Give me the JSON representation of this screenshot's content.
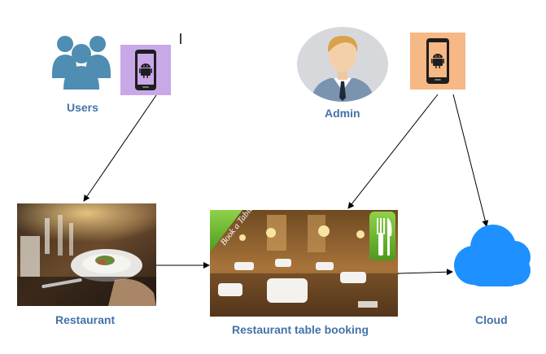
{
  "nodes": {
    "users": {
      "label": "Users",
      "icon": "users-group-icon"
    },
    "user_phone": {
      "icon": "android-phone-icon"
    },
    "admin": {
      "label": "Admin",
      "icon": "admin-avatar-icon"
    },
    "admin_phone": {
      "icon": "android-phone-icon"
    },
    "restaurant": {
      "label": "Restaurant",
      "icon": "restaurant-photo"
    },
    "booking": {
      "label": "Restaurant table booking",
      "icon": "dining-hall-photo",
      "banner": "Book a Table"
    },
    "cloud": {
      "label": "Cloud",
      "icon": "cloud-icon"
    }
  },
  "colors": {
    "label": "#4472a8",
    "users_icon": "#4f8db2",
    "user_phone_bg": "#c9a8e8",
    "admin_phone_bg": "#f6b884",
    "cloud": "#1e90ff",
    "avatar_bg": "#d6d8dc"
  }
}
